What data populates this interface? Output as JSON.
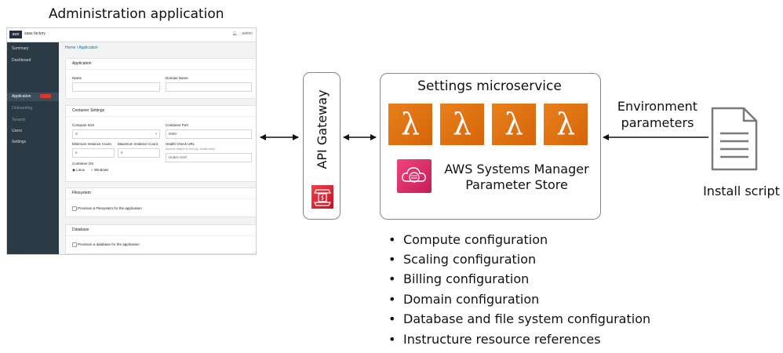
{
  "admin_caption": "Administration application",
  "screenshot": {
    "logo_text": "aws",
    "tenant_name": "saas factory",
    "user_label": "admin",
    "sidebar": [
      {
        "label": "Summary"
      },
      {
        "label": "Dashboard"
      },
      {
        "label": "Application"
      },
      {
        "label": "Onboarding"
      },
      {
        "label": "Tenants"
      },
      {
        "label": "Users"
      },
      {
        "label": "Settings"
      }
    ],
    "breadcrumb": "Home  /  Application",
    "application_panel": {
      "title": "Application",
      "name_label": "Name",
      "domain_label": "Domain Name"
    },
    "container_panel": {
      "title": "Container Settings",
      "compute_label": "Compute Size",
      "compute_value": "S",
      "port_label": "Container Port",
      "port_value": "8080",
      "min_label": "Minimum Instance Count",
      "min_value": "0",
      "max_label": "Maximum Instance Count",
      "max_value": "0",
      "health_label": "Health Check URL",
      "health_hint": "Must be relative to root (eg. /health.html)",
      "health_value": "Undec Href",
      "os_label": "Container OS",
      "os_linux": "Linux",
      "os_windows": "Windows"
    },
    "filesystem_panel": {
      "title": "Filesystem",
      "checkbox_label": "Provision a Filesystem for the application"
    },
    "database_panel": {
      "title": "Database",
      "checkbox_label": "Provision a database for the application"
    }
  },
  "api_gateway_label": "API Gateway",
  "microservice_title": "Settings microservice",
  "lambda_glyph": "λ",
  "ssm_label_line1": "AWS Systems Manager",
  "ssm_label_line2": "Parameter Store",
  "env_params_line1": "Environment",
  "env_params_line2": "parameters",
  "install_script_label": "Install script",
  "bullets": [
    "Compute configuration",
    "Scaling configuration",
    "Billing configuration",
    "Domain configuration",
    "Database and file system configuration",
    "Instructure resource references"
  ],
  "colors": {
    "lambda": "#e8811a",
    "ssm": "#e7326f",
    "api_gateway": "#d62433",
    "sidebar": "#2c3a45"
  }
}
